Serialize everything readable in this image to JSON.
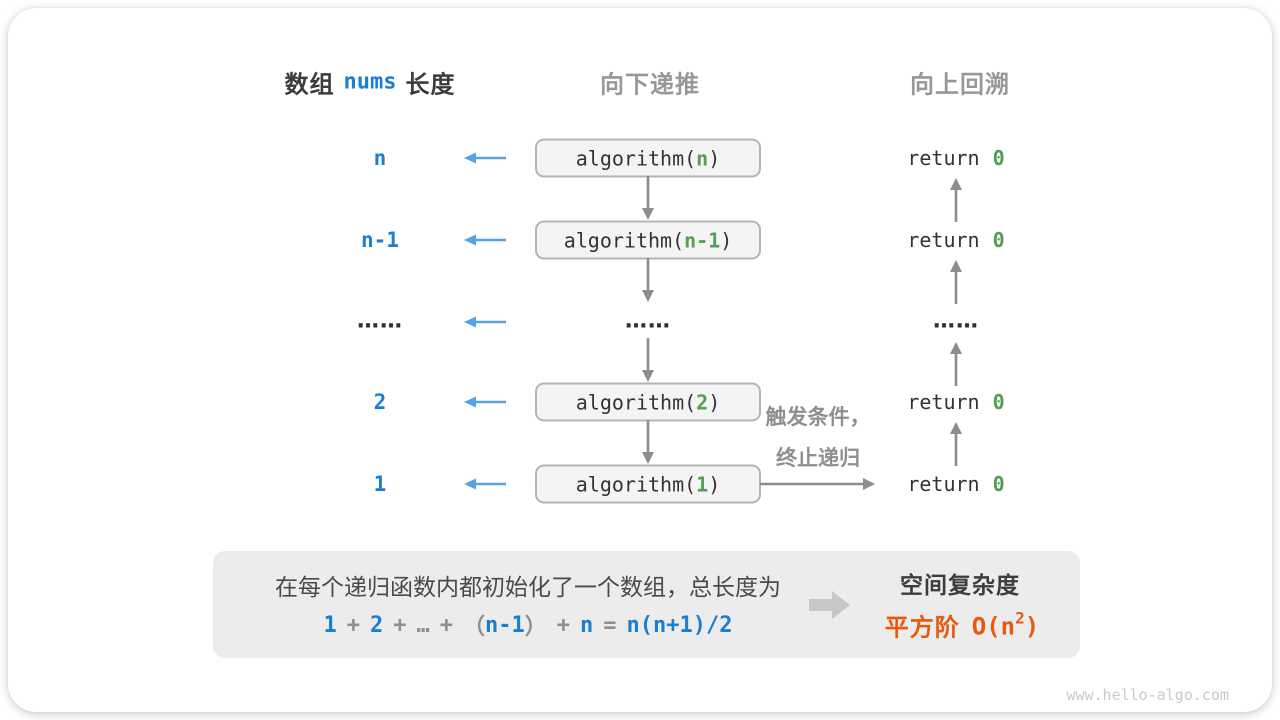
{
  "page": {
    "watermark": "www.hello-algo.com"
  },
  "colors": {
    "blue": "#1a7fd2",
    "light_blue": "#55a3e3",
    "green": "#539e54",
    "orange": "#e8590c",
    "arrow_gray": "#8d8d8d",
    "dark_text": "#333333",
    "box_bg": "#f4f4f4",
    "box_border": "#b4b4b4",
    "summary_bg": "#ececec"
  },
  "headers": {
    "array": {
      "prefix": "数组",
      "code": "nums",
      "suffix": "长度"
    },
    "down": "向下递推",
    "up": "向上回溯"
  },
  "rows": [
    {
      "label": "n",
      "call_open": "algorithm(",
      "call_arg": "n",
      "call_close": ")",
      "ret_keyword": "return",
      "ret_value": "0"
    },
    {
      "label": "n-1",
      "call_open": "algorithm(",
      "call_arg": "n-1",
      "call_close": ")",
      "ret_keyword": "return",
      "ret_value": "0"
    },
    {
      "label": "……",
      "mid_ellipsis": "……",
      "ret_ellipsis": "……"
    },
    {
      "label": "2",
      "call_open": "algorithm(",
      "call_arg": "2",
      "call_close": ")",
      "ret_keyword": "return",
      "ret_value": "0"
    },
    {
      "label": "1",
      "call_open": "algorithm(",
      "call_arg": "1",
      "call_close": ")",
      "ret_keyword": "return",
      "ret_value": "0"
    }
  ],
  "annotation": {
    "line1": "触发条件，",
    "line2": "终止递归"
  },
  "summary": {
    "description": "在每个递归函数内都初始化了一个数组，总长度为",
    "formula": [
      {
        "text": "1",
        "color": "blue"
      },
      {
        "text": "+",
        "color": "gray"
      },
      {
        "text": "2",
        "color": "blue"
      },
      {
        "text": "+",
        "color": "gray"
      },
      {
        "text": "…",
        "color": "gray"
      },
      {
        "text": "+",
        "color": "gray"
      },
      {
        "text": "（",
        "color": "gray"
      },
      {
        "text": "n-1",
        "color": "blue"
      },
      {
        "text": "）",
        "color": "gray"
      },
      {
        "text": "+",
        "color": "gray"
      },
      {
        "text": "n",
        "color": "blue"
      },
      {
        "text": "=",
        "color": "gray"
      },
      {
        "text": "n(n+1)/2",
        "color": "blue"
      }
    ],
    "result_title": "空间复杂度",
    "result_label": "平方阶",
    "result_big_o_prefix": "O(n",
    "result_exponent": "2",
    "result_big_o_suffix": ")"
  }
}
